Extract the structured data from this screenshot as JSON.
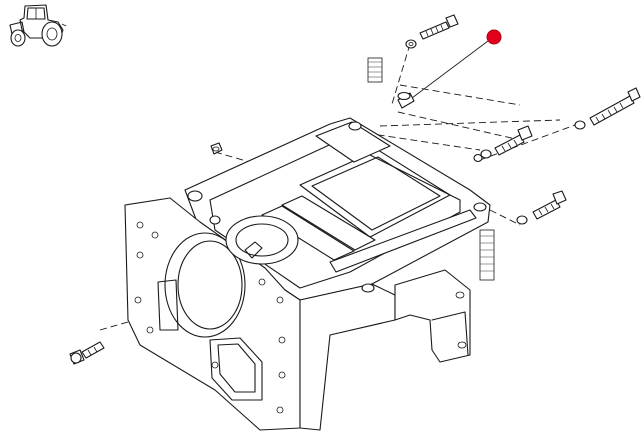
{
  "diagram": {
    "kind": "exploded-parts-view",
    "subject": "tractor-rear-axle-housing",
    "icons": {
      "thumbnail": "tractor-icon",
      "marker": "red-dot-marker"
    },
    "colors": {
      "line": "#1a1a1a",
      "background": "#ffffff",
      "marker": "#e0001b"
    }
  }
}
